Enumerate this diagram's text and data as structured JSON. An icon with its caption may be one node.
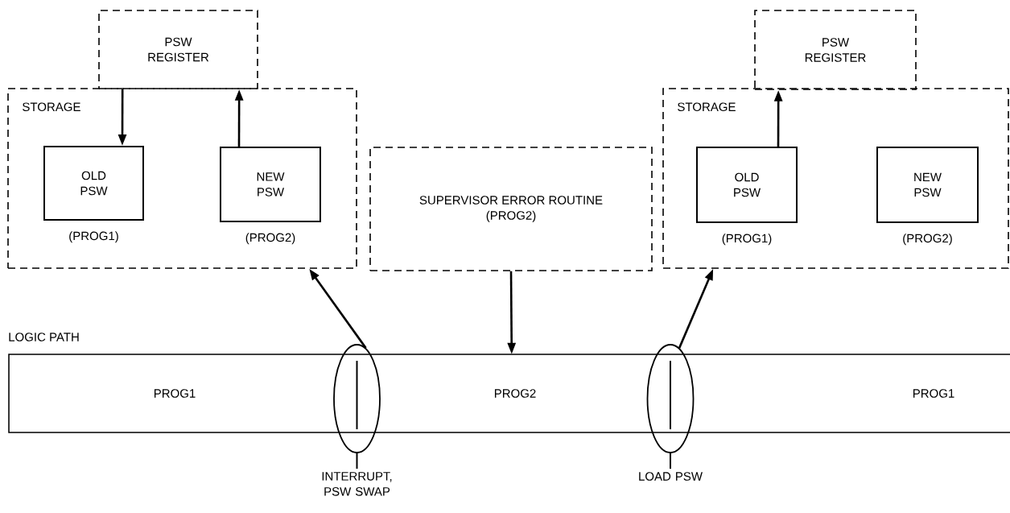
{
  "diagram": {
    "nodes": [
      {
        "text": [
          "PSW REGISTER"
        ]
      },
      {
        "text": [
          "STORAGE"
        ]
      },
      {
        "text": [
          "OLD PSW"
        ],
        "in": 1,
        "beside": [
          "(PROG1)"
        ]
      },
      {
        "text": [
          "NEW PSW"
        ],
        "in": 1,
        "beside": [
          "(PROG2)"
        ]
      },
      {
        "text": [
          "SUPERVISOR ERROR ROUTINE",
          "(PROG2)"
        ]
      },
      {
        "text": [
          "PSW REGISTER"
        ]
      },
      {
        "text": [
          "STORAGE"
        ]
      },
      {
        "text": [
          "OLD PSW"
        ],
        "in": 6,
        "beside": [
          "(PROG1)"
        ]
      },
      {
        "text": [
          "NEW PSW"
        ],
        "in": 6,
        "beside": [
          "(PROG2)"
        ]
      },
      {
        "text": [
          "PROG1",
          "PROG2",
          "PROG1"
        ]
      },
      {
        "text": [],
        "shape": "ellipse",
        "beside": [
          "INTERRUPT, PSW SWAP"
        ]
      },
      {
        "text": [],
        "shape": "ellipse",
        "beside": [
          "LOAD PSW"
        ]
      }
    ],
    "edges": [
      {
        "from": 0,
        "to": 2,
        "arrow": "to"
      },
      {
        "from": 3,
        "to": 0,
        "arrow": "to"
      },
      {
        "from": 10,
        "to": 1,
        "arrow": "to"
      },
      {
        "from": 4,
        "to": 9,
        "arrow": "to"
      },
      {
        "from": 11,
        "to": 6,
        "arrow": "to"
      },
      {
        "from": 7,
        "to": 5,
        "arrow": "to"
      }
    ],
    "labels": [
      "LOGIC PATH"
    ]
  }
}
